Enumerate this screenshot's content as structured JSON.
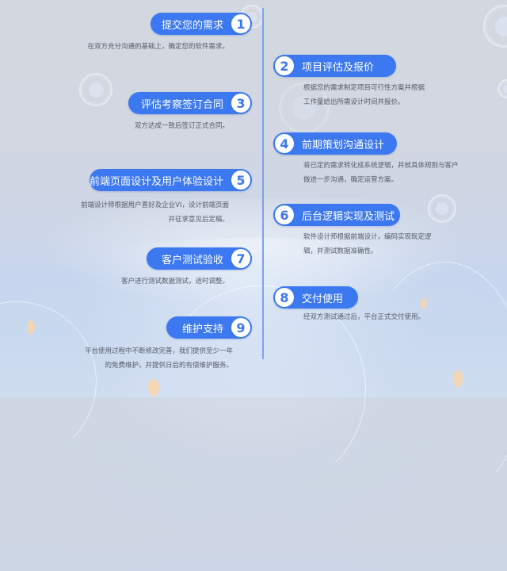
{
  "colors": {
    "accent": "#3c78ef",
    "timeline": "#7aa3e8",
    "text": "#555b66",
    "background": "#d3d7e0"
  },
  "steps": [
    {
      "number": "1",
      "title": "提交您的需求",
      "side": "left",
      "description": [
        "在双方充分沟通的基础上，确定您的软件需求。"
      ]
    },
    {
      "number": "2",
      "title": "项目评估及报价",
      "side": "right",
      "description": [
        "根据您的需求制定项目可行性方案并根据",
        "工作量给出所需设计时间并报价。"
      ]
    },
    {
      "number": "3",
      "title": "评估考察签订合同",
      "side": "left",
      "description": [
        "双方达成一致后签订正式合同。"
      ]
    },
    {
      "number": "4",
      "title": "前期策划沟通设计",
      "side": "right",
      "description": [
        "将已定的需求转化成系统逻辑，并就具体规则与客户",
        "做进一步沟通，确定运营方案。"
      ]
    },
    {
      "number": "5",
      "title": "前端页面设计及用户体验设计",
      "side": "left",
      "description": [
        "前端设计师根据用户喜好及企业VI，设计前端页面",
        "并征求意见后定稿。"
      ]
    },
    {
      "number": "6",
      "title": "后台逻辑实现及测试",
      "side": "right",
      "description": [
        "软件设计师根据前端设计，编码实现既定逻",
        "辑，并测试数据准确性。"
      ]
    },
    {
      "number": "7",
      "title": "客户测试验收",
      "side": "left",
      "description": [
        "客户进行测试数据测试，适时调整。"
      ]
    },
    {
      "number": "8",
      "title": "交付使用",
      "side": "right",
      "description": [
        "经双方测试通过后，平台正式交付使用。"
      ]
    },
    {
      "number": "9",
      "title": "维护支持",
      "side": "left",
      "description": [
        "平台使用过程中不断修改完善，我们提供至少一年",
        "的免费维护，并提供日后的有偿维护服务。"
      ]
    }
  ]
}
